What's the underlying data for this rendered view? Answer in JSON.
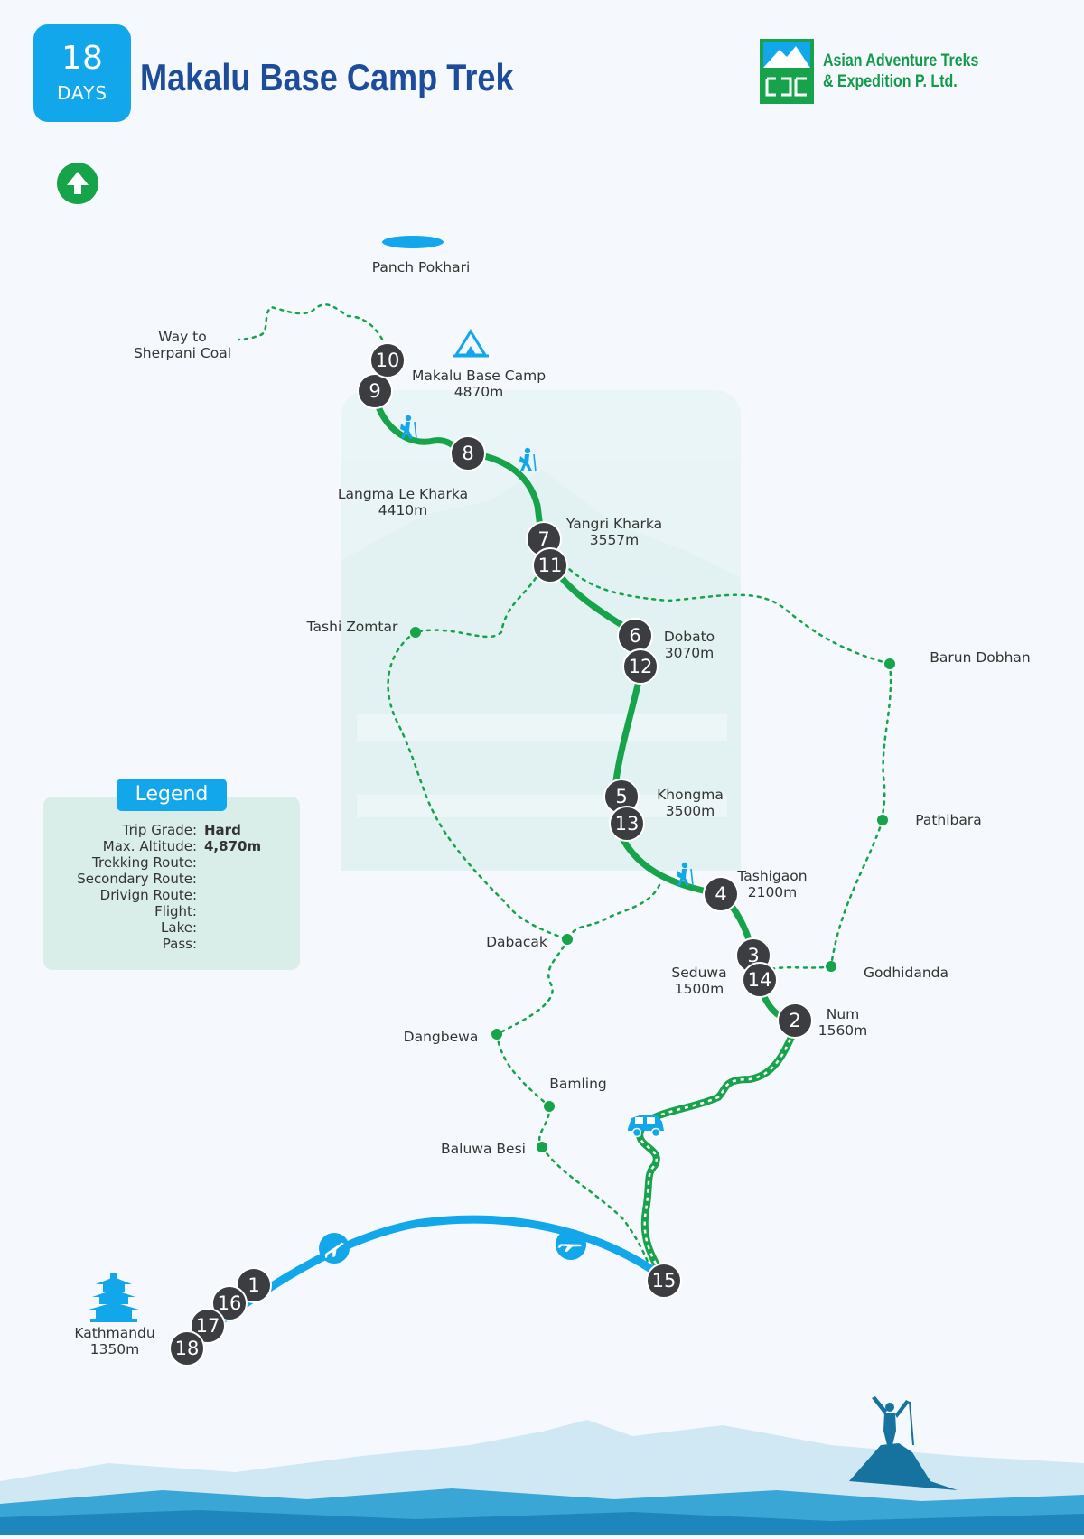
{
  "header": {
    "days_number": "18",
    "days_label": "DAYS",
    "title": "Makalu Base Camp Trek",
    "brand_line1": "Asian Adventure Treks",
    "brand_line2": "& Expedition P. Ltd."
  },
  "colors": {
    "primary_blue": "#12a6ea",
    "title_blue": "#1c4c9a",
    "trek_green": "#16a34a",
    "dark_marker": "#3b3d40",
    "legend_bg": "#d9eee8",
    "pass_red": "#e02424"
  },
  "icons": [
    "north-arrow-icon",
    "tent-icon",
    "trekker-icon",
    "jeep-icon",
    "airplane-icon",
    "temple-icon",
    "climber-icon",
    "lake-icon",
    "brand-logo-icon"
  ],
  "places": [
    {
      "name": "Panch Pokhari",
      "altitude": ""
    },
    {
      "name": "Way to",
      "altitude": "Sherpani Coal"
    },
    {
      "name": "Makalu Base Camp",
      "altitude": "4870m"
    },
    {
      "name": "Langma Le Kharka",
      "altitude": "4410m"
    },
    {
      "name": "Yangri Kharka",
      "altitude": "3557m"
    },
    {
      "name": "Tashi Zomtar",
      "altitude": ""
    },
    {
      "name": "Dobato",
      "altitude": "3070m"
    },
    {
      "name": "Barun Dobhan",
      "altitude": ""
    },
    {
      "name": "Khongma",
      "altitude": "3500m"
    },
    {
      "name": "Pathibara",
      "altitude": ""
    },
    {
      "name": "Tashigaon",
      "altitude": "2100m"
    },
    {
      "name": "Dabacak",
      "altitude": ""
    },
    {
      "name": "Seduwa",
      "altitude": "1500m"
    },
    {
      "name": "Godhidanda",
      "altitude": ""
    },
    {
      "name": "Num",
      "altitude": "1560m"
    },
    {
      "name": "Dangbewa",
      "altitude": ""
    },
    {
      "name": "Bamling",
      "altitude": ""
    },
    {
      "name": "Baluwa Besi",
      "altitude": ""
    },
    {
      "name": "Kathmandu",
      "altitude": "1350m"
    }
  ],
  "day_markers": [
    "1",
    "2",
    "3",
    "4",
    "5",
    "6",
    "7",
    "8",
    "9",
    "10",
    "11",
    "12",
    "13",
    "14",
    "15",
    "16",
    "17",
    "18"
  ],
  "legend": {
    "title": "Legend",
    "trip_grade_label": "Trip Grade:",
    "trip_grade": "Hard",
    "max_altitude_label": "Max. Altitude:",
    "max_altitude": "4,870m",
    "trekking_route_label": "Trekking Route:",
    "secondary_route_label": "Secondary Route:",
    "driving_route_label": "Drivign Route:",
    "flight_label": "Flight:",
    "lake_label": "Lake:",
    "pass_label": "Pass:"
  }
}
